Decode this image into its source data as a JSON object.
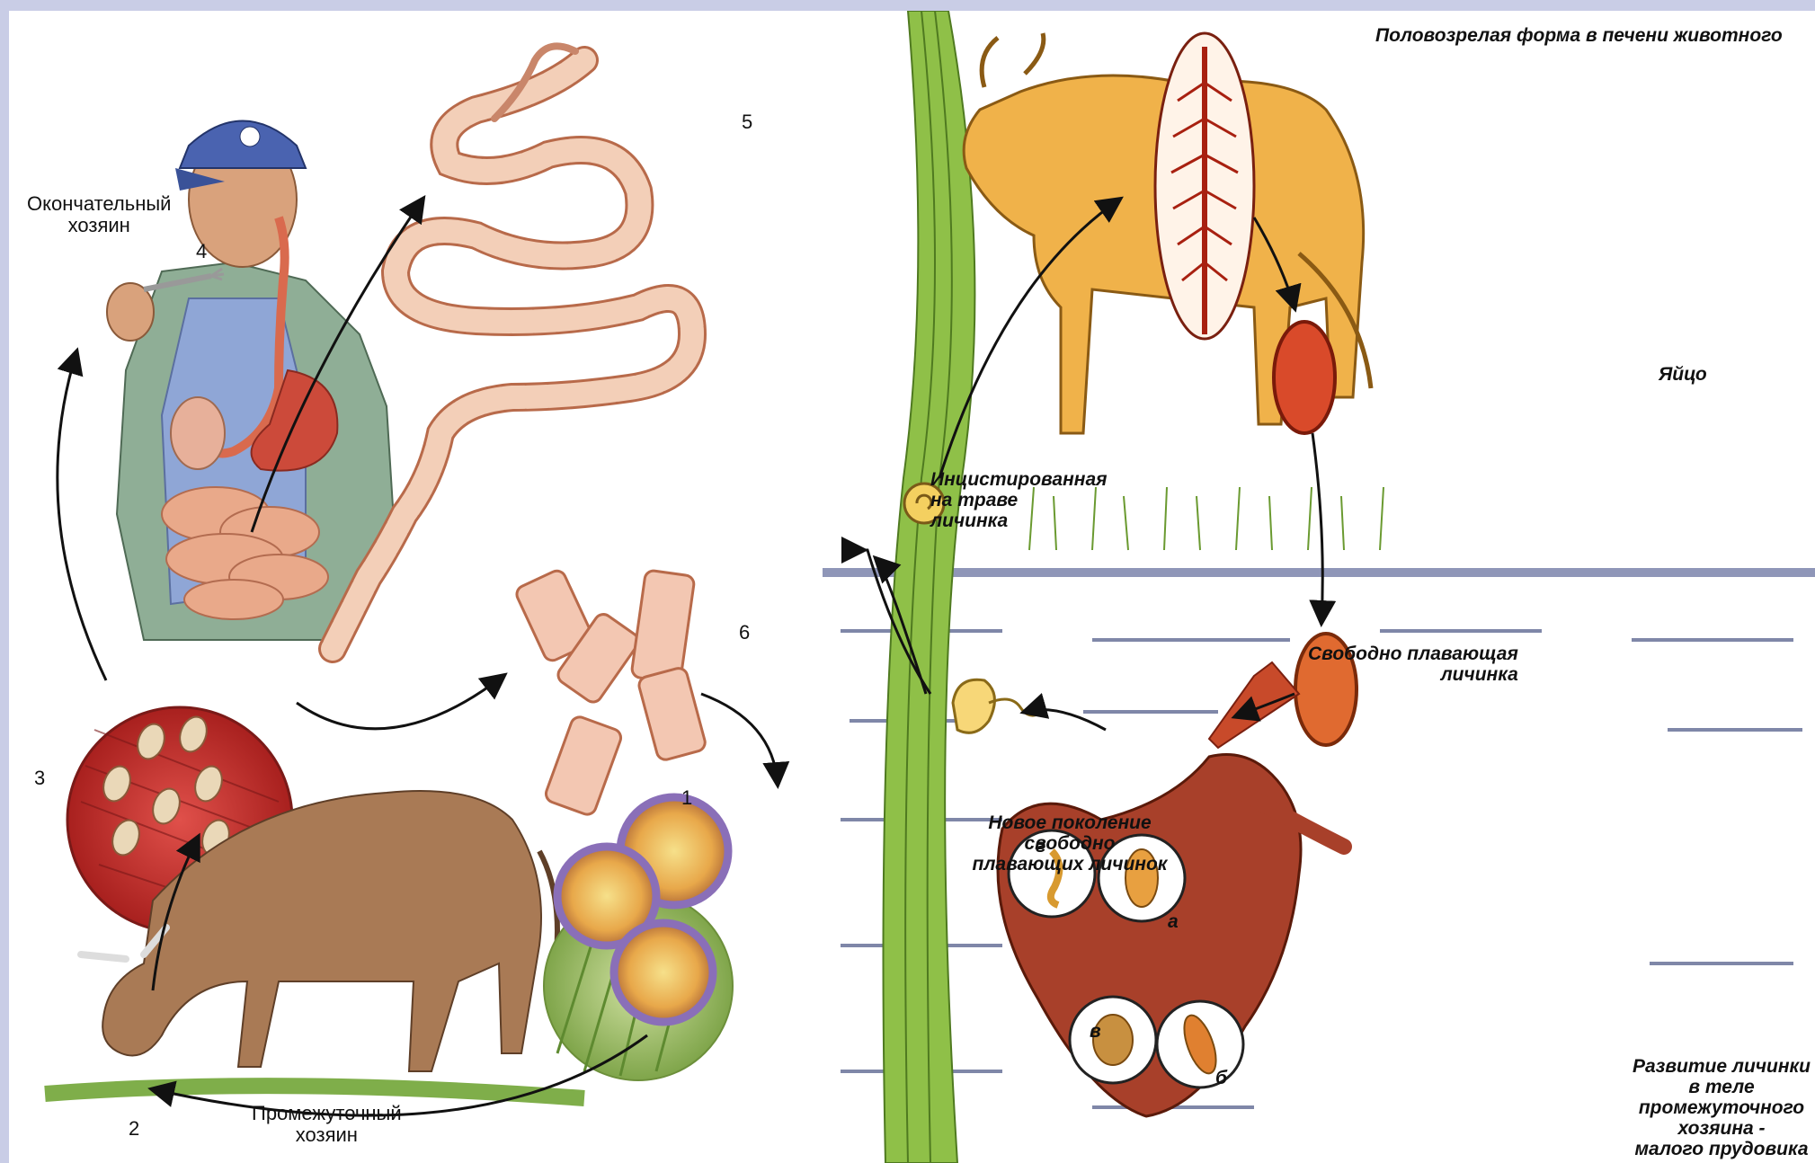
{
  "left_diagram": {
    "final_host_label": "Окончательный\nхозяин",
    "intermediate_host_label": "Промежуточный\nхозяин",
    "stage_numbers": [
      "1",
      "2",
      "3",
      "4",
      "5",
      "6"
    ]
  },
  "right_diagram": {
    "adult_form_label": "Половозрелая форма в печени животного",
    "egg_label": "Яйцо",
    "encysted_larva_label": "Инцистированная\nна траве\nличинка",
    "free_swimming_larva_label": "Свободно плавающая\nличинка",
    "new_generation_label": "Новое поколение\nсвободно\nплавающих личинок",
    "development_label": "Развитие личинки\nв теле промежуточного\nхозяина -\nмалого прудовика",
    "substage_letters": [
      "а",
      "б",
      "в",
      "г"
    ]
  }
}
